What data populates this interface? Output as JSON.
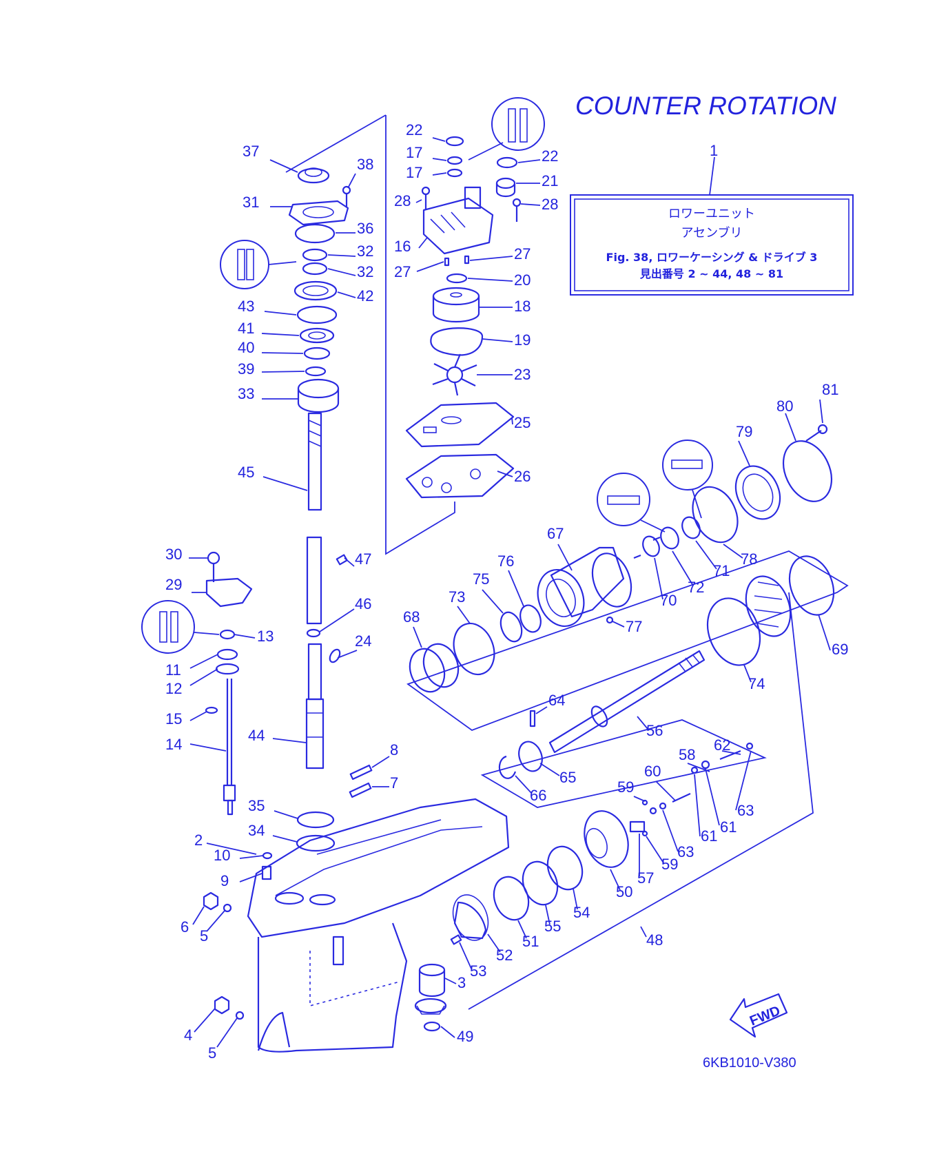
{
  "title": "COUNTER ROTATION",
  "drawing_code": "6KB1010-V380",
  "fwd_label": "FWD",
  "assembly_box": {
    "ref": "1",
    "line1": "ロワーユニット",
    "line2": "アセンブリ",
    "line3": "Fig. 38, ロワーケーシング & ドライブ 3",
    "line4": "見出番号 2 ~ 44, 48 ~ 81"
  },
  "callouts": [
    "37",
    "38",
    "31",
    "36",
    "32",
    "32",
    "42",
    "43",
    "41",
    "40",
    "39",
    "33",
    "45",
    "22",
    "17",
    "17",
    "22",
    "21",
    "28",
    "28",
    "16",
    "27",
    "27",
    "20",
    "18",
    "19",
    "23",
    "25",
    "26",
    "30",
    "29",
    "13",
    "11",
    "12",
    "15",
    "14",
    "47",
    "46",
    "24",
    "44",
    "8",
    "7",
    "35",
    "34",
    "10",
    "9",
    "6",
    "5",
    "2",
    "4",
    "5",
    "81",
    "80",
    "79",
    "67",
    "76",
    "75",
    "73",
    "68",
    "70",
    "72",
    "71",
    "78",
    "77",
    "69",
    "74",
    "64",
    "56",
    "65",
    "66",
    "62",
    "58",
    "60",
    "59",
    "63",
    "61",
    "61",
    "63",
    "59",
    "57",
    "50",
    "54",
    "55",
    "51",
    "52",
    "53",
    "3",
    "49",
    "48"
  ],
  "colors": {
    "ink": "#2a2ae0",
    "background": "#ffffff"
  }
}
